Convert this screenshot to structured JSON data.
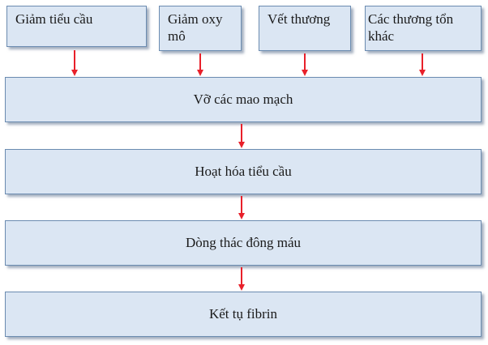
{
  "causes": [
    {
      "label": "Giảm tiểu cầu"
    },
    {
      "label": "Giảm oxy mô"
    },
    {
      "label": "Vết thương"
    },
    {
      "label": "Các thương tổn khác"
    }
  ],
  "steps": [
    {
      "label": "Vỡ các mao mạch"
    },
    {
      "label": "Hoạt hóa tiểu cầu"
    },
    {
      "label": "Dòng thác đông máu"
    },
    {
      "label": "Kết tụ fibrin"
    }
  ],
  "colors": {
    "box_fill": "#dbe6f3",
    "box_border": "#6b8bb0",
    "arrow": "#e8202a"
  }
}
